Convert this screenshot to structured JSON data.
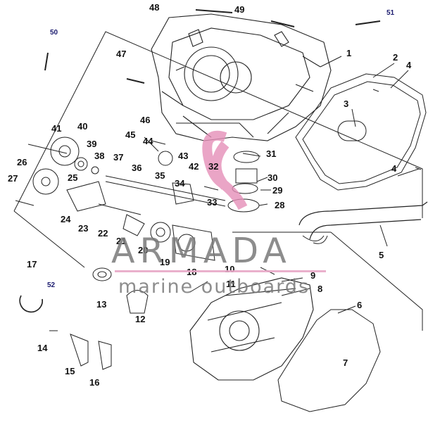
{
  "diagram": {
    "callouts": {
      "c1": "1",
      "c2": "2",
      "c3": "3",
      "c4a": "4",
      "c4b": "4",
      "c5": "5",
      "c6": "6",
      "c7": "7",
      "c8": "8",
      "c9": "9",
      "c10": "10",
      "c11": "11",
      "c12": "12",
      "c13": "13",
      "c14": "14",
      "c15": "15",
      "c16": "16",
      "c17": "17",
      "c18": "18",
      "c19": "19",
      "c20": "20",
      "c21": "21",
      "c22": "22",
      "c23": "23",
      "c24": "24",
      "c25": "25",
      "c26": "26",
      "c27": "27",
      "c28": "28",
      "c29": "29",
      "c30": "30",
      "c31": "31",
      "c32": "32",
      "c33": "33",
      "c34": "34",
      "c35": "35",
      "c36": "36",
      "c37": "37",
      "c38": "38",
      "c39": "39",
      "c40": "40",
      "c41": "41",
      "c42": "42",
      "c43": "43",
      "c44": "44",
      "c45": "45",
      "c46": "46",
      "c47": "47",
      "c48": "48",
      "c49": "49",
      "c50": "50",
      "c51": "51",
      "c52": "52"
    }
  },
  "watermark": {
    "title": "ARMADA",
    "subtitle": "marine outboards",
    "colors": {
      "pink": "#e58fb8",
      "gray": "#7a7a7a"
    }
  }
}
